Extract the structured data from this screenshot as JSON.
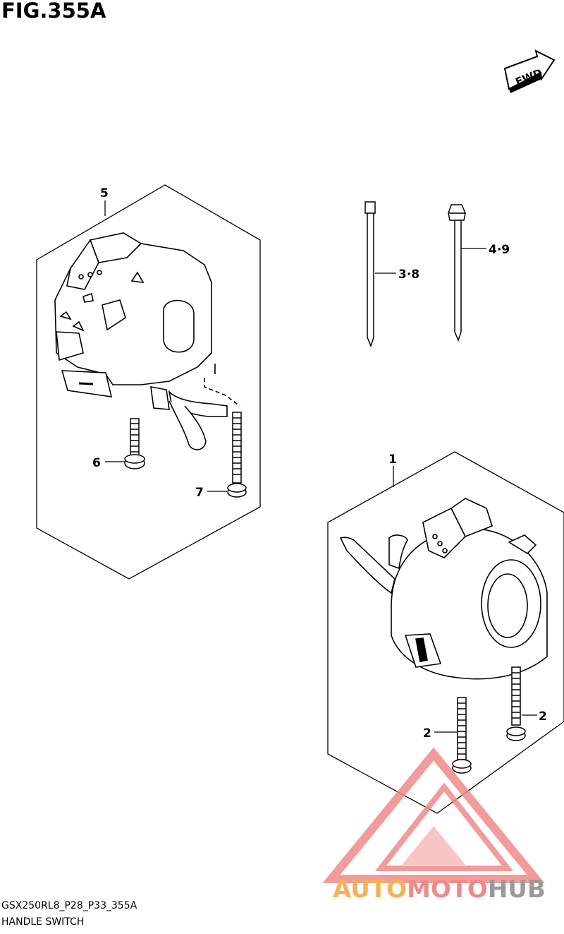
{
  "figure": {
    "title": "FIG.355A",
    "fwd_label": "FWD",
    "model_code": "GSX250RL8_P28_P33_355A",
    "section_name": "HANDLE SWITCH"
  },
  "callouts": {
    "left_switch": "5",
    "tie_a": "3·8",
    "tie_b": "4·9",
    "right_switch": "1",
    "screw_left_short": "6",
    "screw_left_long": "7",
    "screw_right_a": "2",
    "screw_right_b": "2"
  },
  "watermark": {
    "part1": "AUTO",
    "part2": "MOTO",
    "part3": "HUB",
    "colors": {
      "orange": "#f7b05a",
      "red": "#f08a8a",
      "grey": "#9a9a9a"
    }
  }
}
